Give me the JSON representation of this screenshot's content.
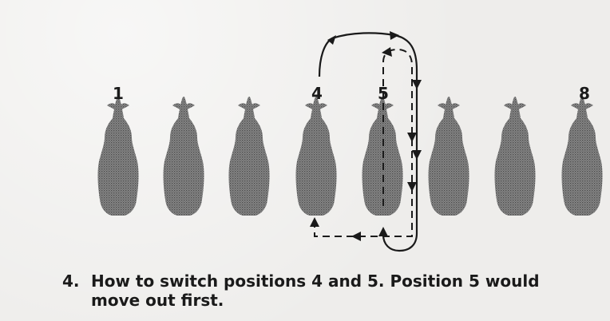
{
  "labels": {
    "pos1": "1",
    "pos4": "4",
    "pos5": "5",
    "pos8": "8"
  },
  "caption": {
    "number": "4.",
    "line1": "How to switch positions 4 and 5. Position 5 would",
    "line2": "move out first."
  },
  "colors": {
    "cow_fill": "#777777",
    "line": "#1a1a1a",
    "background": "#eeedeb"
  }
}
